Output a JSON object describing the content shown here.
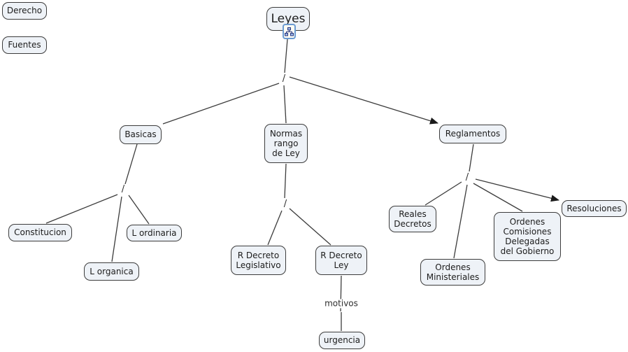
{
  "diagram": {
    "kind": "concept-map",
    "colors": {
      "background": "#ffffff",
      "node_fill": "#eef2f7",
      "node_border": "#3c3c3c",
      "line": "#3c3c3c",
      "arrowhead": "#1a1a1a",
      "icon_border": "#6b9bd2",
      "icon_glyph": "#27357c"
    },
    "nodes": {
      "derecho": {
        "label": "Derecho"
      },
      "fuentes": {
        "label": "Fuentes"
      },
      "leyes": {
        "label": "Leyes"
      },
      "basicas": {
        "label": "Basicas"
      },
      "normas_rango_de_ley": {
        "label": "Normas rango de Ley"
      },
      "reglamentos": {
        "label": "Reglamentos"
      },
      "constitucion": {
        "label": "Constitucion"
      },
      "l_organica": {
        "label": "L organica"
      },
      "l_ordinaria": {
        "label": "L ordinaria"
      },
      "r_decreto_legislativo": {
        "label": "R Decreto Legislativo"
      },
      "r_decreto_ley": {
        "label": "R Decreto Ley"
      },
      "urgencia": {
        "label": "urgencia"
      },
      "reales_decretos": {
        "label": "Reales Decretos"
      },
      "ordenes_ministeriales": {
        "label": "Ordenes Ministeriales"
      },
      "ordenes_comisiones_delegadas": {
        "label": "Ordenes Comisiones Delegadas del Gobierno"
      },
      "resoluciones": {
        "label": "Resoluciones"
      }
    },
    "link_labels": {
      "junction_leyes": {
        "label": "/"
      },
      "junction_basicas": {
        "label": "/"
      },
      "junction_normas": {
        "label": "/"
      },
      "junction_reglamentos": {
        "label": "/"
      },
      "motivos": {
        "label": "motivos"
      }
    },
    "icons": {
      "leyes_resource": "org-chart-icon"
    },
    "edges": [
      {
        "from": "leyes",
        "to": "junction_leyes",
        "arrow": false
      },
      {
        "from": "junction_leyes",
        "to": "basicas",
        "arrow": false
      },
      {
        "from": "junction_leyes",
        "to": "normas_rango_de_ley",
        "arrow": false
      },
      {
        "from": "junction_leyes",
        "to": "reglamentos",
        "arrow": true
      },
      {
        "from": "basicas",
        "to": "junction_basicas",
        "arrow": false
      },
      {
        "from": "junction_basicas",
        "to": "constitucion",
        "arrow": false
      },
      {
        "from": "junction_basicas",
        "to": "l_organica",
        "arrow": false
      },
      {
        "from": "junction_basicas",
        "to": "l_ordinaria",
        "arrow": false
      },
      {
        "from": "normas_rango_de_ley",
        "to": "junction_normas",
        "arrow": false
      },
      {
        "from": "junction_normas",
        "to": "r_decreto_legislativo",
        "arrow": false
      },
      {
        "from": "junction_normas",
        "to": "r_decreto_ley",
        "arrow": false
      },
      {
        "from": "r_decreto_ley",
        "to": "motivos",
        "arrow": false
      },
      {
        "from": "motivos",
        "to": "urgencia",
        "arrow": false
      },
      {
        "from": "reglamentos",
        "to": "junction_reglamentos",
        "arrow": false
      },
      {
        "from": "junction_reglamentos",
        "to": "reales_decretos",
        "arrow": false
      },
      {
        "from": "junction_reglamentos",
        "to": "ordenes_ministeriales",
        "arrow": false
      },
      {
        "from": "junction_reglamentos",
        "to": "ordenes_comisiones_delegadas",
        "arrow": false
      },
      {
        "from": "junction_reglamentos",
        "to": "resoluciones",
        "arrow": true
      }
    ]
  }
}
